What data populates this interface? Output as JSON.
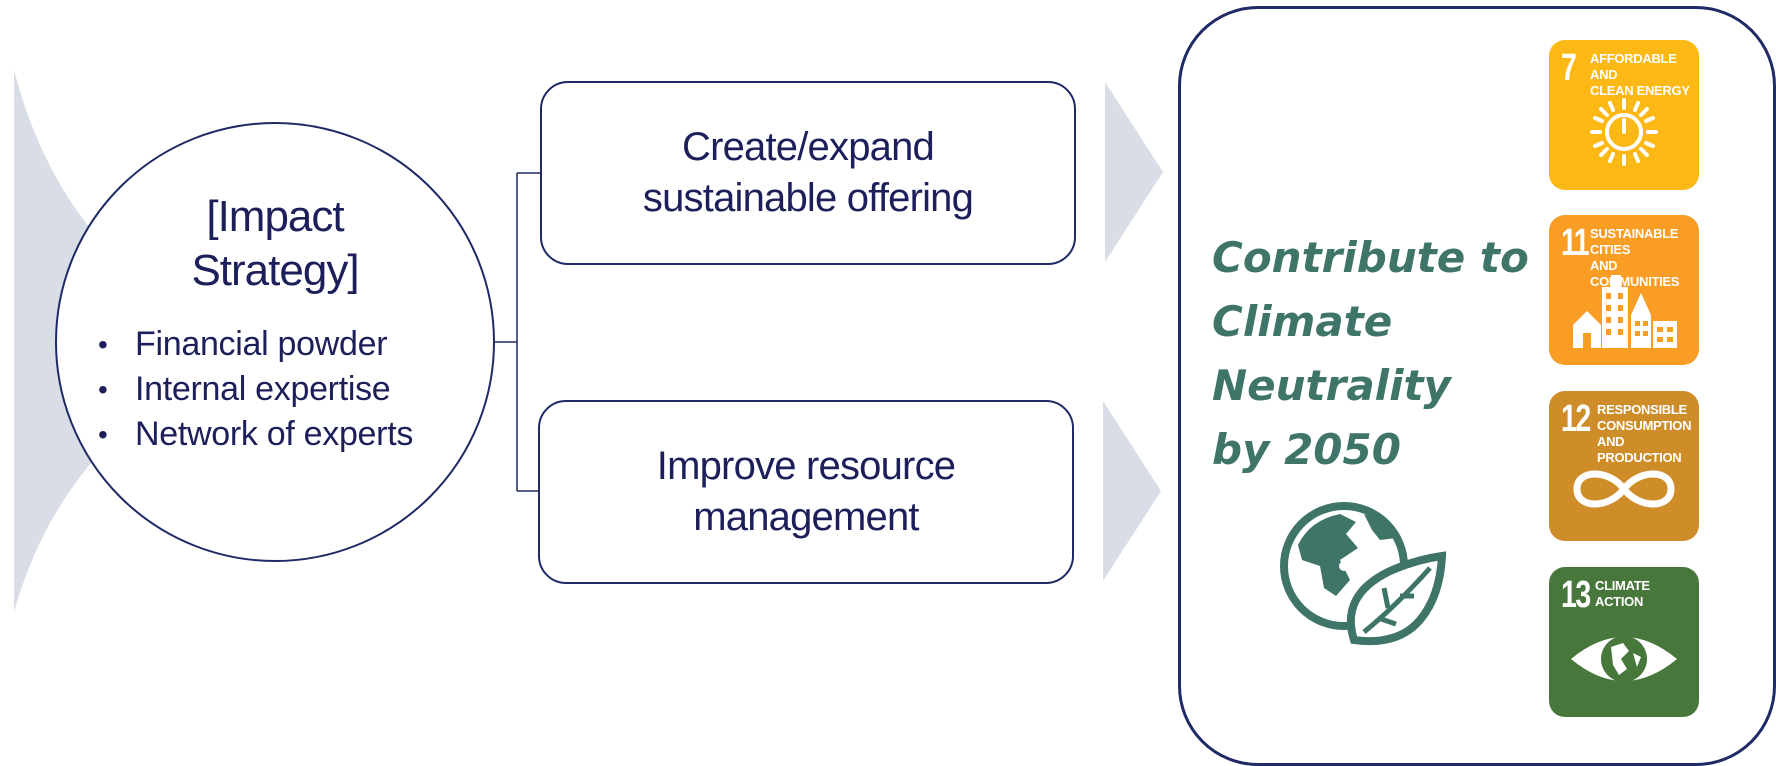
{
  "impact_strategy": {
    "title": "[Impact\nStrategy]",
    "title_line1": "[Impact",
    "title_line2": "Strategy]",
    "resources": [
      "Financial powder",
      "Internal expertise",
      "Network of experts"
    ]
  },
  "actions": [
    {
      "label": "Create/expand\nsustainable offering"
    },
    {
      "label": "Improve resource\nmanagement"
    }
  ],
  "goal": {
    "text": "Contribute to\nClimate\nNeutrality\nby 2050",
    "icon": "globe-leaf-icon"
  },
  "sdgs": [
    {
      "number": "7",
      "label": "AFFORDABLE AND\nCLEAN ENERGY",
      "color": "#fcb815",
      "icon": "sun-power-icon"
    },
    {
      "number": "11",
      "label": "SUSTAINABLE CITIES\nAND COMMUNITIES",
      "color": "#f99d25",
      "icon": "city-buildings-icon"
    },
    {
      "number": "12",
      "label": "RESPONSIBLE\nCONSUMPTION\nAND PRODUCTION",
      "color": "#cf8d2a",
      "icon": "infinity-icon"
    },
    {
      "number": "13",
      "label": "CLIMATE\nACTION",
      "color": "#48773c",
      "icon": "eye-globe-icon"
    }
  ],
  "colors": {
    "navy": "#1c1f5a",
    "goal_green": "#3e7568",
    "chevron_gray": "#d9dee6"
  }
}
